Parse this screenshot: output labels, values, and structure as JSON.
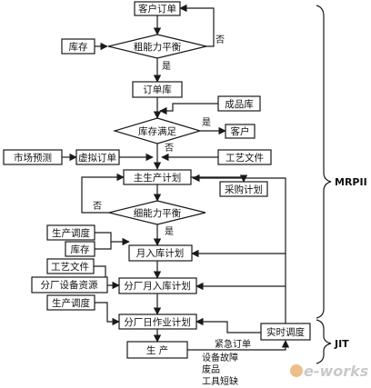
{
  "nodes": {
    "customer_order": "客户订单",
    "inventory_top": "库存",
    "rough_capacity": "粗能力平衡",
    "order_store": "订单库",
    "finished_goods_store": "成品库",
    "stock_satisfied": "库存满足",
    "customer": "客户",
    "market_forecast": "市场预测",
    "virtual_order": "虚拟订单",
    "process_file_1": "工艺文件",
    "master_plan": "主生产计划",
    "purchase_plan": "采购计划",
    "fine_capacity": "细能力平衡",
    "production_dispatch_1": "生产调度",
    "inventory_mid": "库存",
    "monthly_stock_plan": "月入库计划",
    "process_file_2": "工艺文件",
    "branch_equipment": "分厂设备资源",
    "branch_monthly_plan": "分厂月入库计划",
    "production_dispatch_2": "生产调度",
    "branch_daily_plan": "分厂日作业计划",
    "production": "生    产",
    "realtime_dispatch": "实时调度"
  },
  "labels": {
    "no_1": "否",
    "yes_1": "是",
    "yes_2": "是",
    "no_2": "否",
    "no_3": "否",
    "yes_3": "是"
  },
  "disturbances": [
    "紧急订单",
    "设备故障",
    "废品",
    "工具短缺"
  ],
  "brackets": {
    "mrp": "MRPII",
    "jit": "JIT"
  },
  "watermark": "e-works"
}
